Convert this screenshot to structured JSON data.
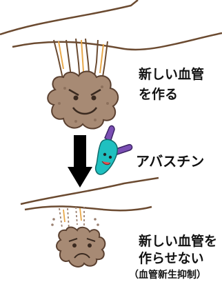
{
  "labels": {
    "top_line1": "新しい血管",
    "top_line2": "を作る",
    "drug": "アバスチン",
    "bottom_line1": "新しい血管を",
    "bottom_line2": "作らせない",
    "bottom_line3": "（血管新生抑制）"
  },
  "colors": {
    "tumor_fill": "#a78a74",
    "tumor_outline": "#5a4030",
    "vessel_line": "#6b4a30",
    "vessel_highlight": "#e8a84a",
    "arrow": "#000000",
    "antibody_purple": "#7b4fb4",
    "antibody_teal": "#1fc0c0",
    "antibody_red": "#e05050"
  }
}
